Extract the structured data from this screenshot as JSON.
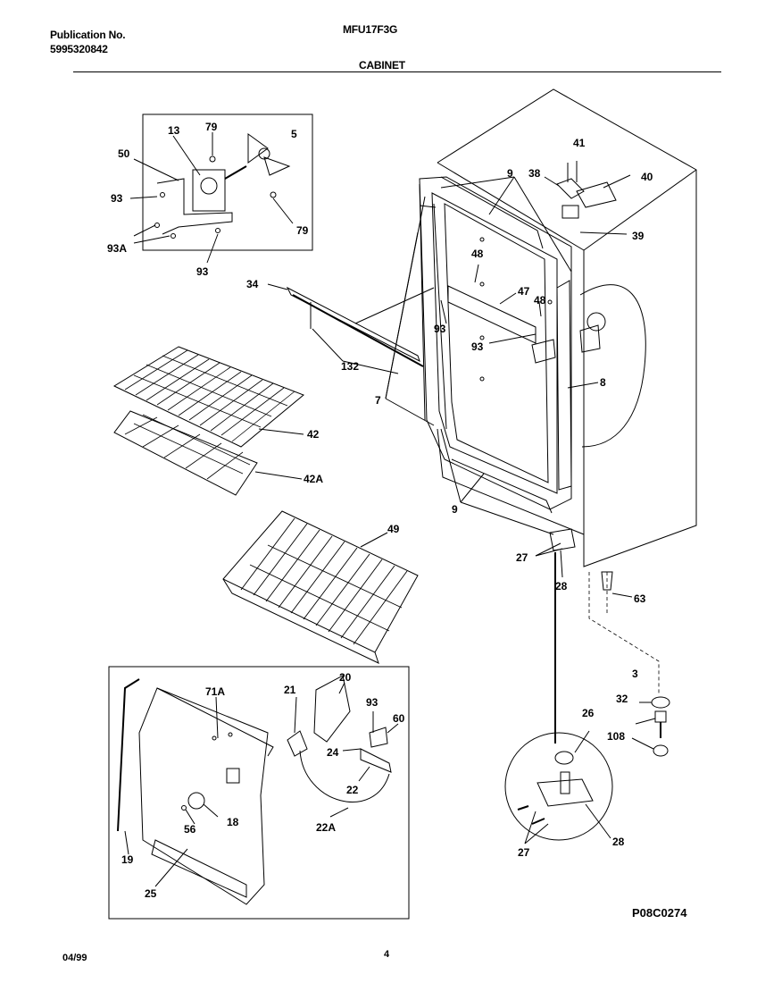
{
  "header": {
    "publication_label": "Publication No.",
    "publication_number": "5995320842",
    "model": "MFU17F3G",
    "section": "CABINET"
  },
  "footer": {
    "date": "04/99",
    "page": "4",
    "diagram_code": "P08C0274"
  },
  "callouts": {
    "c13": "13",
    "c79a": "79",
    "c5": "5",
    "c50": "50",
    "c93a": "93",
    "c93A": "93A",
    "c93b": "93",
    "c79b": "79",
    "c34": "34",
    "c132": "132",
    "c42": "42",
    "c42A": "42A",
    "c49": "49",
    "c9a": "9",
    "c38": "38",
    "c41": "41",
    "c40": "40",
    "c39": "39",
    "c48a": "48",
    "c47": "47",
    "c48b": "48",
    "c93c": "93",
    "c93d": "93",
    "c7": "7",
    "c8": "8",
    "c9b": "9",
    "c27a": "27",
    "c28a": "28",
    "c63": "63",
    "c3": "3",
    "c32": "32",
    "c108": "108",
    "c26": "26",
    "c27b": "27",
    "c28b": "28",
    "c71A": "71A",
    "c21": "21",
    "c20": "20",
    "c93e": "93",
    "c60": "60",
    "c24": "24",
    "c22": "22",
    "c22A": "22A",
    "c18": "18",
    "c56": "56",
    "c19": "19",
    "c25": "25"
  }
}
